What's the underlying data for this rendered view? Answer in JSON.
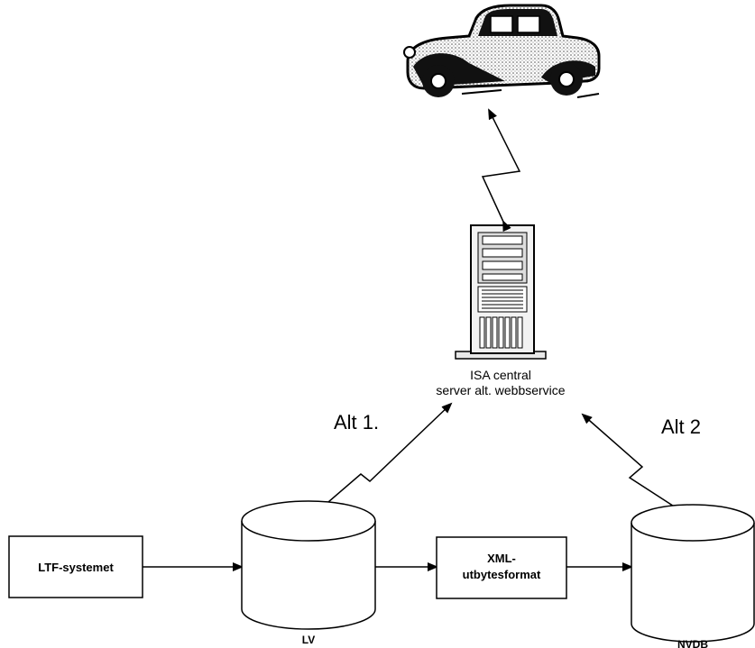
{
  "server": {
    "label_line1": "ISA central",
    "label_line2": "server alt. webbservice"
  },
  "alternatives": {
    "alt1": "Alt 1.",
    "alt2": "Alt 2"
  },
  "boxes": {
    "ltf": "LTF-systemet",
    "xml_line1": "XML-",
    "xml_line2": "utbytesformat"
  },
  "databases": {
    "lv": "LV",
    "nvdb": "NVDB"
  },
  "icons": {
    "vehicle": "car-icon",
    "server": "server-tower-icon",
    "database": "database-cylinder-icon"
  }
}
